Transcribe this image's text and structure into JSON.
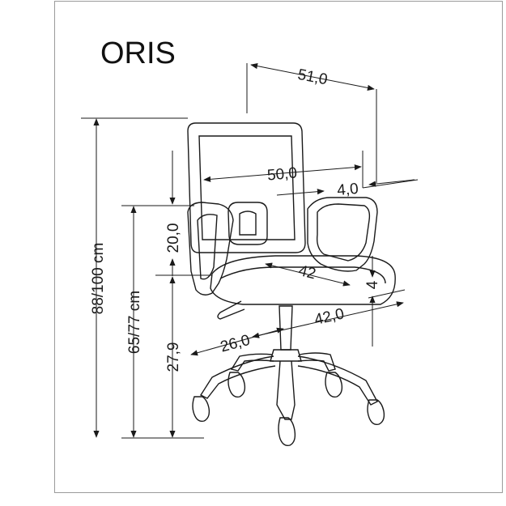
{
  "product": {
    "name": "ORIS"
  },
  "dimensions": {
    "depth_top": "51,0",
    "backrest_width": "50,0",
    "armrest_width": "4,0",
    "backrest_height": "20,0",
    "total_height": "88/100 cm",
    "seat_height": "65/77 cm",
    "seat_floor": "27,9",
    "seat_width": "42",
    "seat_thickness": "4",
    "seat_depth": "42,0",
    "base_radius": "26,0"
  },
  "colors": {
    "line": "#1a1a1a",
    "frame": "#9a9a9a"
  }
}
